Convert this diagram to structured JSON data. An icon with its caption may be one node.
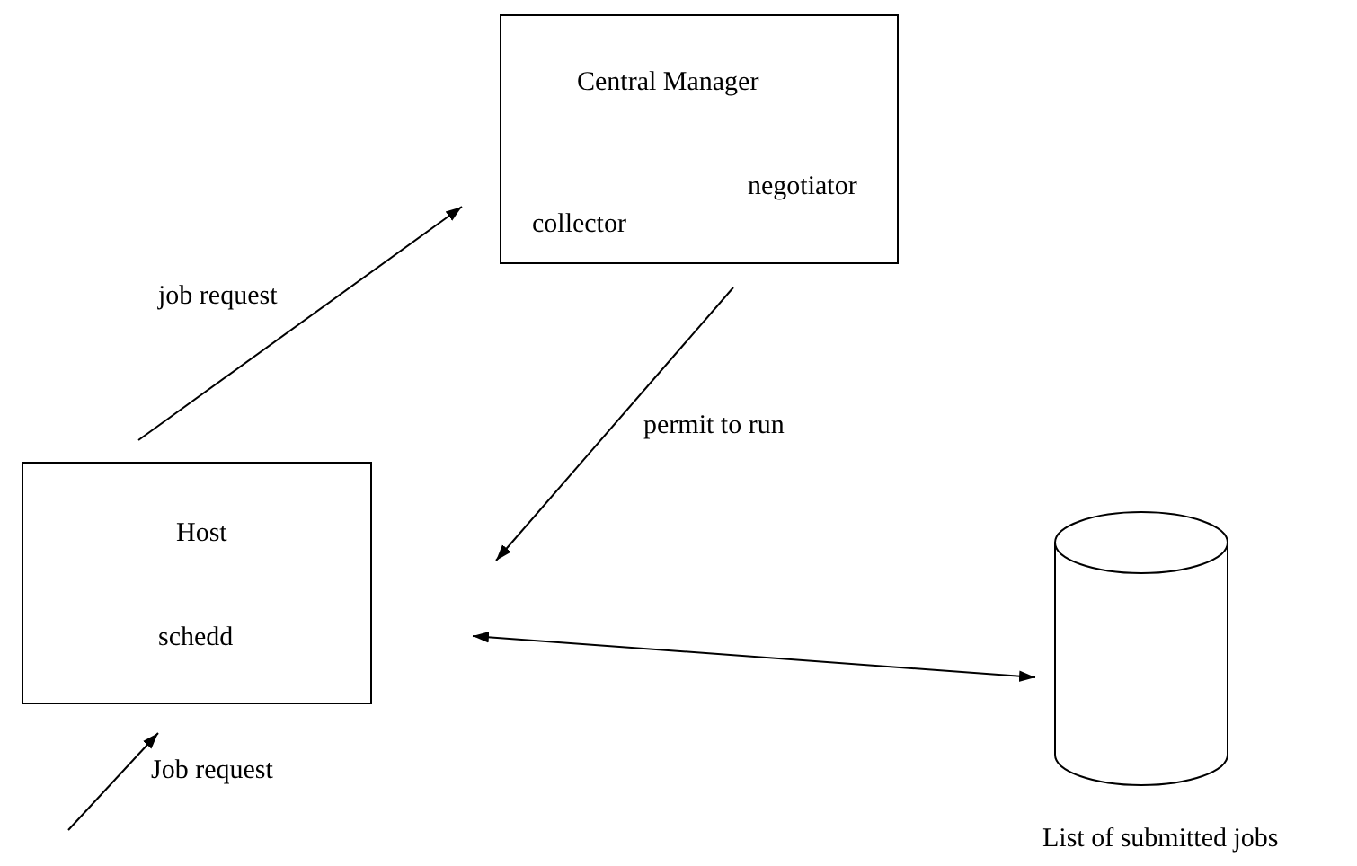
{
  "diagram": {
    "nodes": [
      {
        "text": [
          "Central Manager",
          "negotiator",
          "collector"
        ]
      },
      {
        "text": [
          "Host",
          "schedd"
        ]
      },
      {
        "text": [
          "List of submitted jobs"
        ]
      }
    ],
    "edges": [
      {
        "from": 1,
        "to": 0,
        "label": "job request",
        "arrow": "to"
      },
      {
        "from": 0,
        "to": 1,
        "label": "permit to run",
        "arrow": "to"
      },
      {
        "from": 1,
        "to": 2,
        "arrow": "both"
      },
      {
        "from": null,
        "to": 1,
        "label": "Job request",
        "arrow": "to"
      }
    ]
  }
}
